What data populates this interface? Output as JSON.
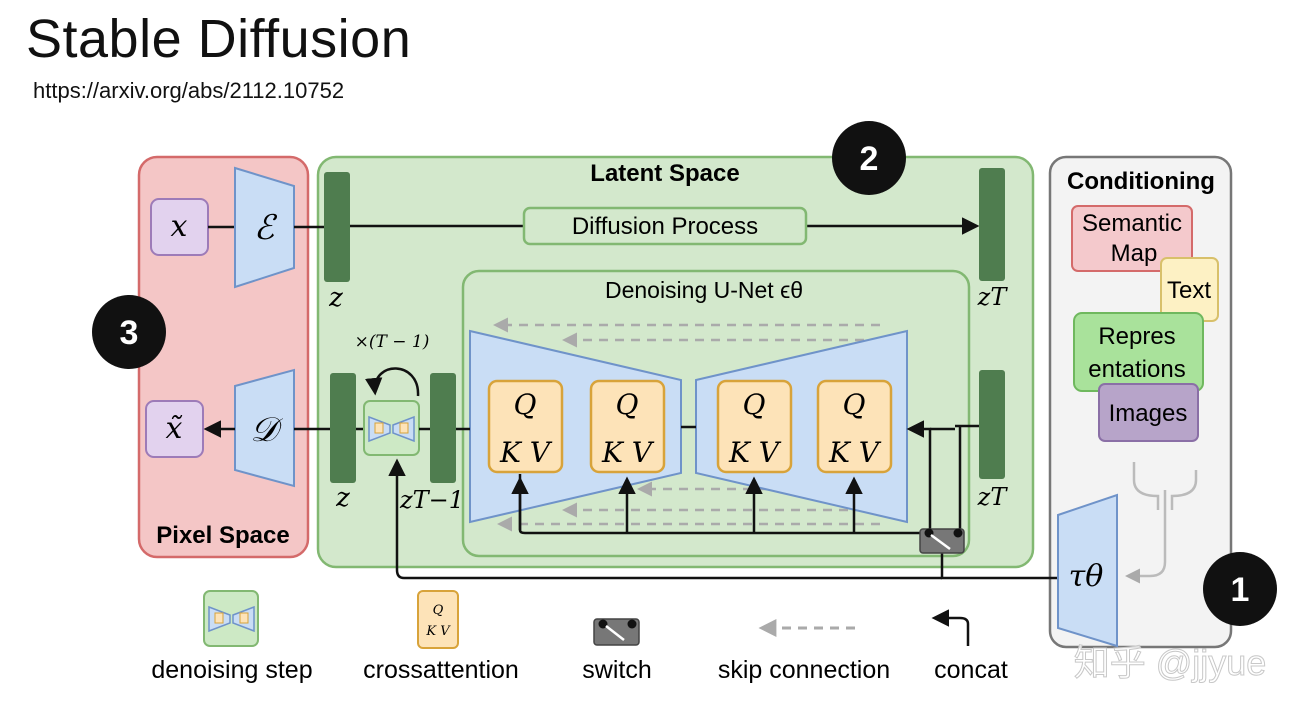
{
  "header": {
    "title": "Stable Diffusion",
    "url": "https://arxiv.org/abs/2112.10752"
  },
  "pixel_space": {
    "label": "Pixel Space",
    "input": "x",
    "output": "x̃",
    "encoder": "ℰ",
    "decoder": "𝒟"
  },
  "latent_space": {
    "label": "Latent Space",
    "diffusion_process": "Diffusion Process",
    "unet_title": "Denoising U-Net ϵθ",
    "z": "z",
    "z_bottom": "z",
    "zT": "zT",
    "zT_bottom": "zT",
    "zT_minus_1": "zT−1",
    "repeat": "×(T − 1)",
    "q": "Q",
    "kv": "K V"
  },
  "conditioning": {
    "label": "Conditioning",
    "items": [
      "Semantic Map",
      "Text",
      "Repres entations",
      "Images"
    ],
    "semantic_line1": "Semantic",
    "semantic_line2": "Map",
    "text": "Text",
    "repr_line1": "Repres",
    "repr_line2": "entations",
    "images": "Images",
    "tau": "τθ"
  },
  "legend": {
    "denoising_step": "denoising step",
    "crossattention": "crossattention",
    "switch": "switch",
    "skip_connection": "skip connection",
    "concat": "concat"
  },
  "badges": [
    "1",
    "2",
    "3"
  ],
  "watermark": "知乎 @jjyue",
  "colors": {
    "pixel_bg": "#f4c6c6",
    "pixel_border": "#d46a6a",
    "latent_bg": "#d3e8cc",
    "latent_border": "#82b872",
    "block_dark": "#4f7d4f",
    "encoder_blue": "#c9ddf5",
    "encoder_border": "#6f93c9",
    "attn_fill": "#fde3b8",
    "attn_border": "#d8a33a",
    "cond_bg": "#f3f3f3",
    "semantic_fill": "#f4c9cc",
    "semantic_border": "#d46a6a",
    "text_fill": "#fdf1c4",
    "repr_fill": "#a9e29b",
    "images_fill": "#b7a4c9",
    "input_fill": "#e2d2ee"
  }
}
